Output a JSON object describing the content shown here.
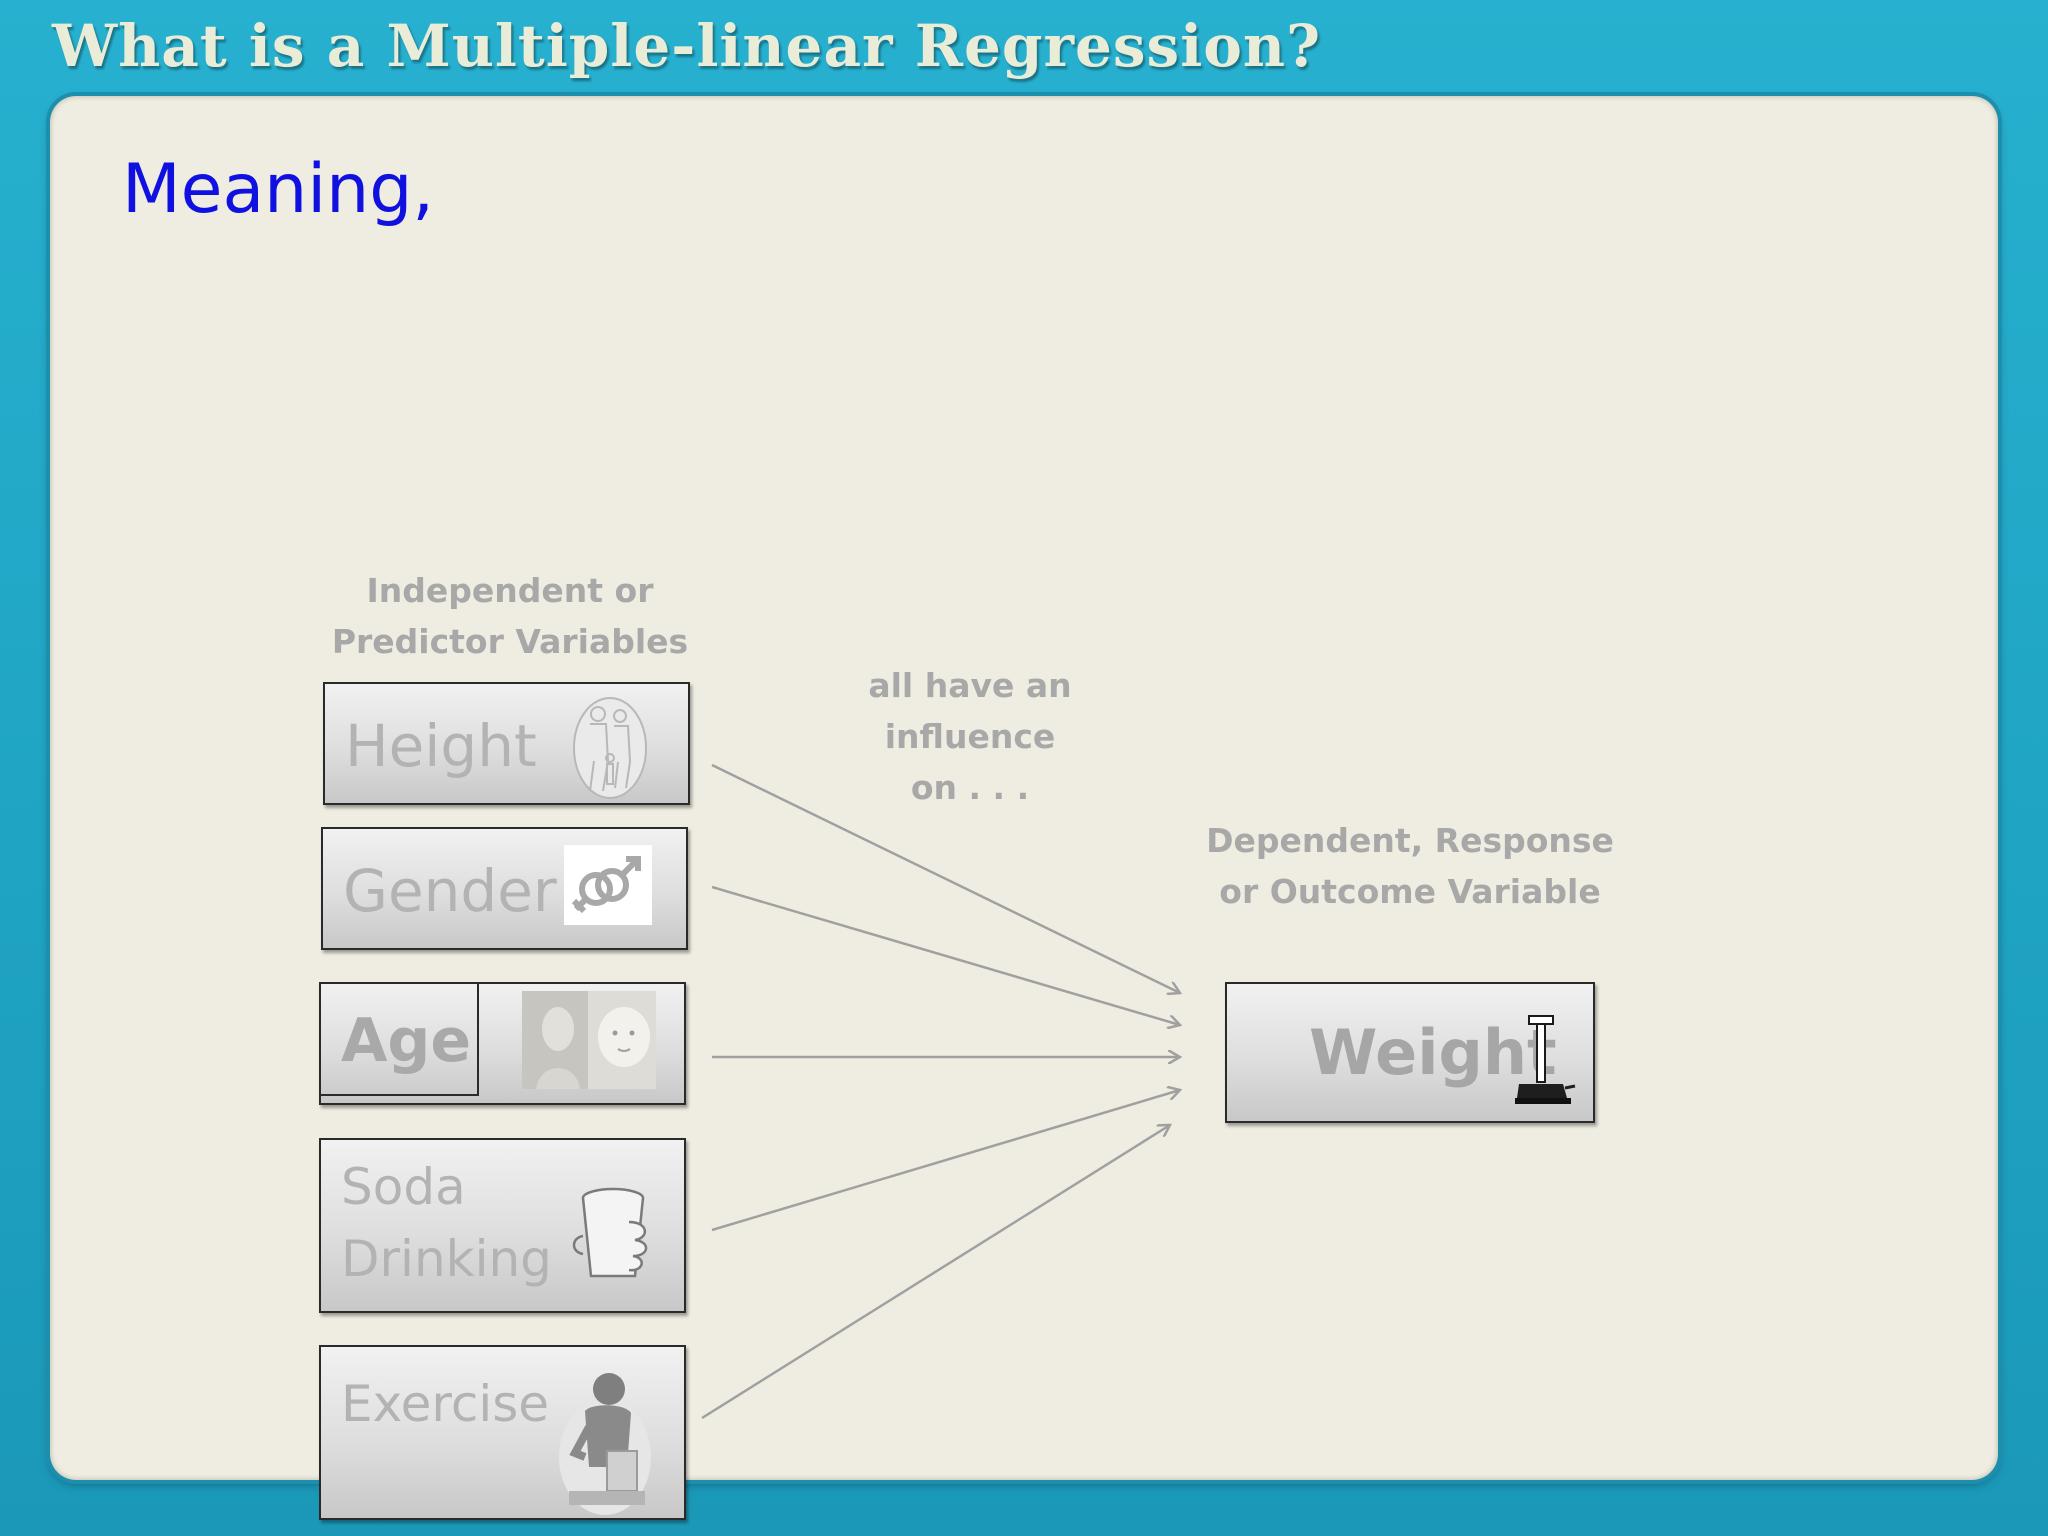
{
  "slide": {
    "title": "What is a Multiple-linear Regression?",
    "heading": "Meaning,"
  },
  "diagram": {
    "independent_caption": [
      "Independent or",
      "Predictor Variables"
    ],
    "influence_caption": [
      "all have an influence",
      "on . . ."
    ],
    "dependent_caption": [
      "Dependent, Response",
      "or Outcome Variable"
    ],
    "predictors": [
      {
        "label": "Height",
        "icon": "family-icon"
      },
      {
        "label": "Gender",
        "icon": "gender-symbols-icon"
      },
      {
        "label": "Age",
        "icon": "baby-photo-icon"
      },
      {
        "label_lines": [
          "Soda",
          "Drinking"
        ],
        "icon": "soda-cup-icon"
      },
      {
        "label": "Exercise",
        "icon": "person-exercising-icon"
      }
    ],
    "outcome": {
      "label": "Weight",
      "icon": "scale-icon"
    },
    "colors": {
      "heading": "#1010e0",
      "frame": "#22a6c6",
      "panel": "#efede1",
      "caption": "#a8a8a8",
      "arrow": "#a0a0a0"
    }
  }
}
